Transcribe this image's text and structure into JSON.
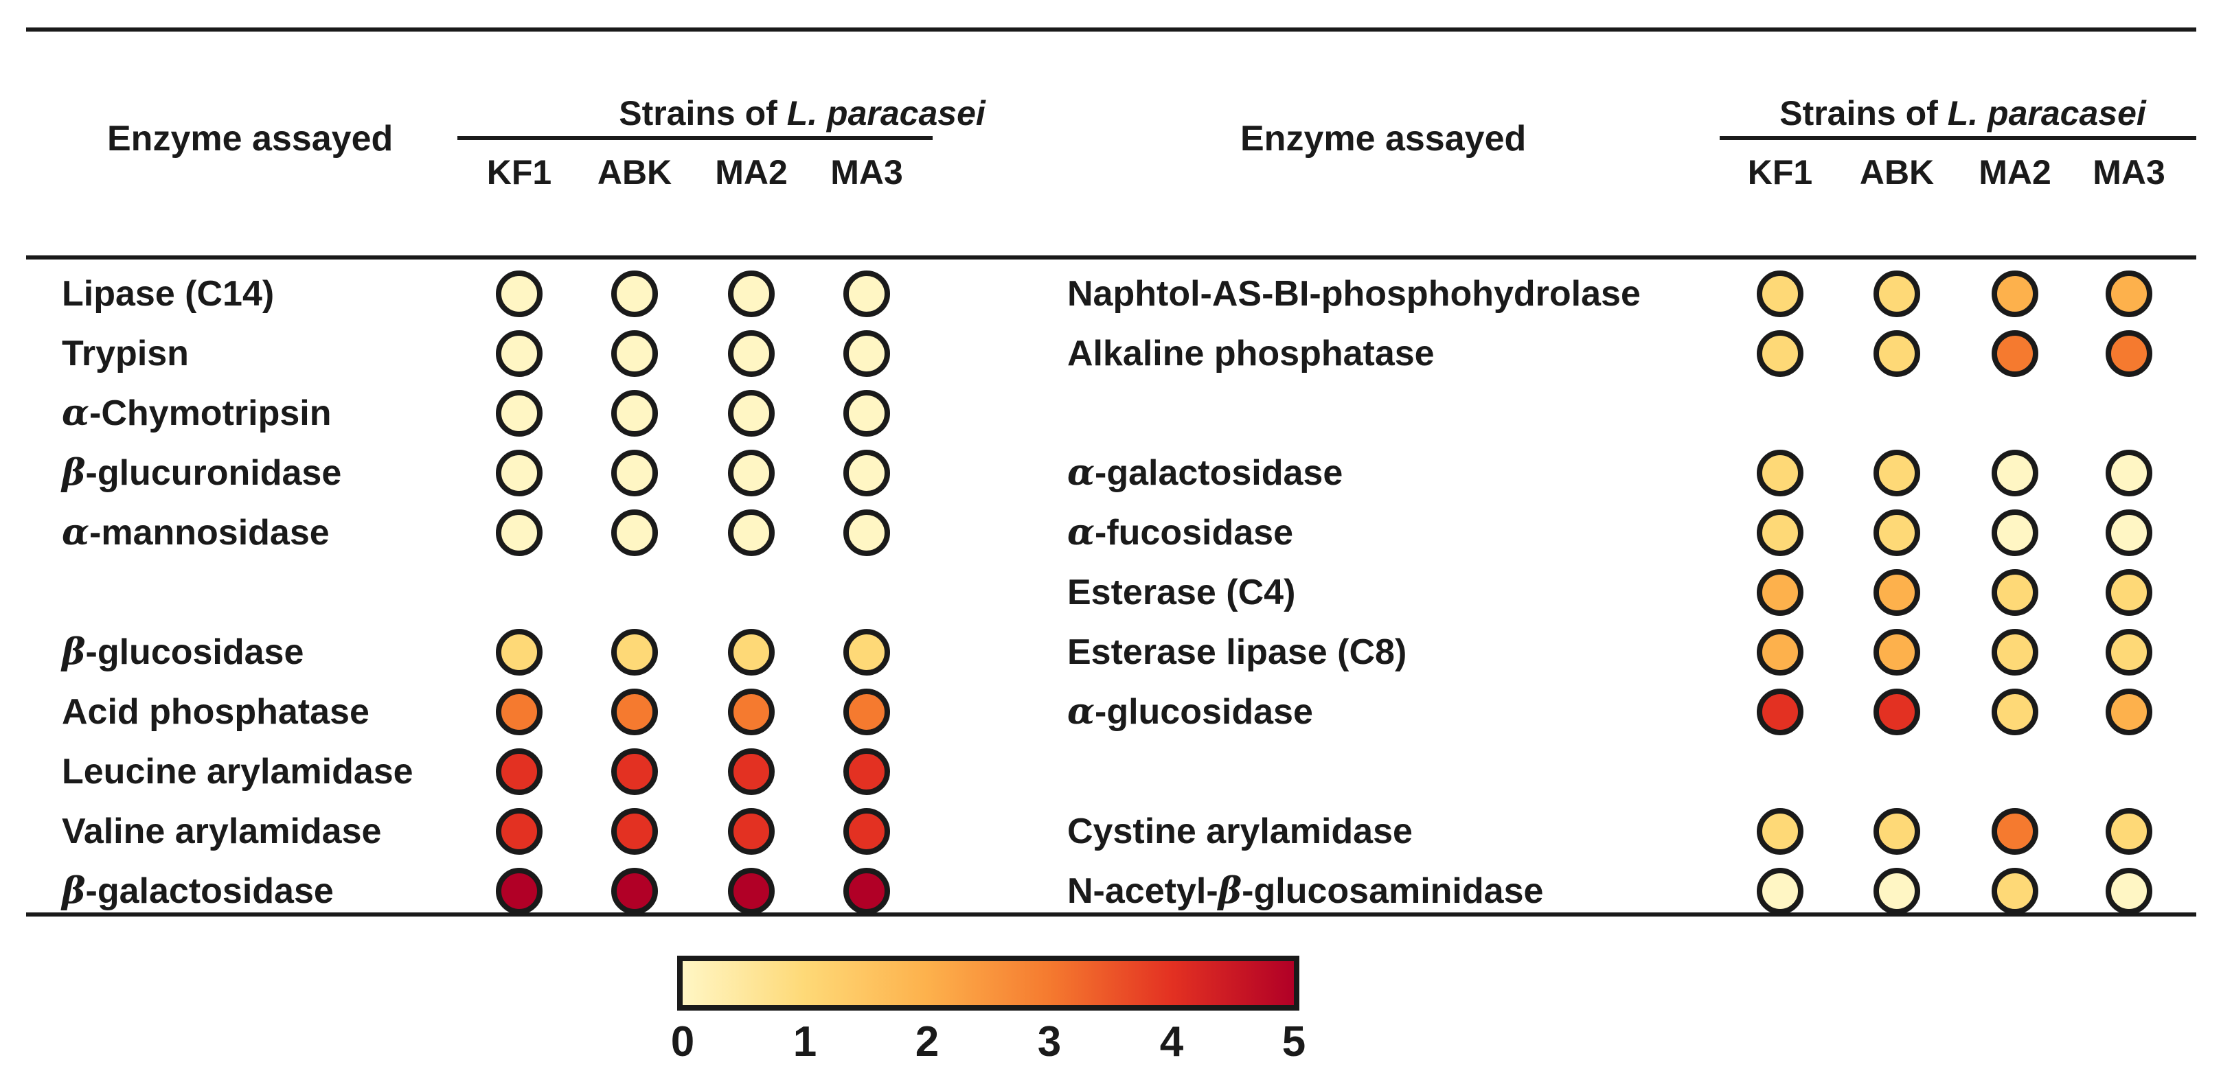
{
  "chart_data": {
    "type": "heatmap",
    "title": "",
    "colorbar": {
      "min": 0,
      "max": 5,
      "ticks": [
        "0",
        "1",
        "2",
        "3",
        "4",
        "5"
      ],
      "colors": [
        "#fff6c4",
        "#fed977",
        "#fdb14c",
        "#f57a2f",
        "#e33122",
        "#b10026"
      ]
    },
    "panels": [
      {
        "header": "Enzyme assayed",
        "strains_title_prefix": "Strains of ",
        "strains_title_species": "L. paracasei",
        "columns": [
          "KF1",
          "ABK",
          "MA2",
          "MA3"
        ],
        "rows": [
          {
            "greek": "",
            "label": "Lipase (C14)",
            "values": [
              0,
              0,
              0,
              0
            ]
          },
          {
            "greek": "",
            "label": "Trypisn",
            "values": [
              0,
              0,
              0,
              0
            ]
          },
          {
            "greek": "α",
            "label": "-Chymotripsin",
            "values": [
              0,
              0,
              0,
              0
            ]
          },
          {
            "greek": "β",
            "label": "-glucuronidase",
            "values": [
              0,
              0,
              0,
              0
            ]
          },
          {
            "greek": "α",
            "label": "-mannosidase",
            "values": [
              0,
              0,
              0,
              0
            ]
          },
          {
            "greek": "",
            "label": "",
            "values": []
          },
          {
            "greek": "β",
            "label": "-glucosidase",
            "values": [
              1,
              1,
              1,
              1
            ]
          },
          {
            "greek": "",
            "label": "Acid phosphatase",
            "values": [
              3,
              3,
              3,
              3
            ]
          },
          {
            "greek": "",
            "label": "Leucine arylamidase",
            "values": [
              4,
              4,
              4,
              4
            ]
          },
          {
            "greek": "",
            "label": "Valine arylamidase",
            "values": [
              4,
              4,
              4,
              4
            ]
          },
          {
            "greek": "β",
            "label": "-galactosidase",
            "values": [
              5,
              5,
              5,
              5
            ]
          }
        ]
      },
      {
        "header": "Enzyme assayed",
        "strains_title_prefix": "Strains of ",
        "strains_title_species": "L. paracasei",
        "columns": [
          "KF1",
          "ABK",
          "MA2",
          "MA3"
        ],
        "rows": [
          {
            "greek": "",
            "label": "Naphtol-AS-BI-phosphohydrolase",
            "values": [
              1,
              1,
              2,
              2
            ]
          },
          {
            "greek": "",
            "label": "Alkaline phosphatase",
            "values": [
              1,
              1,
              3,
              3
            ]
          },
          {
            "greek": "",
            "label": "",
            "values": []
          },
          {
            "greek": "α",
            "label": "-galactosidase",
            "values": [
              1,
              1,
              0,
              0
            ]
          },
          {
            "greek": "α",
            "label": "-fucosidase",
            "values": [
              1,
              1,
              0,
              0
            ]
          },
          {
            "greek": "",
            "label": "Esterase (C4)",
            "values": [
              2,
              2,
              1,
              1
            ]
          },
          {
            "greek": "",
            "label": "Esterase lipase (C8)",
            "values": [
              2,
              2,
              1,
              1
            ]
          },
          {
            "greek": "α",
            "label": "-glucosidase",
            "values": [
              4,
              4,
              1,
              2
            ]
          },
          {
            "greek": "",
            "label": "",
            "values": []
          },
          {
            "greek": "",
            "label": "Cystine arylamidase",
            "values": [
              1,
              1,
              3,
              1
            ]
          },
          {
            "greek": "",
            "label": "N-acetyl-",
            "greek_mid": "β",
            "label_tail": "-glucosaminidase",
            "values": [
              0,
              0,
              1,
              0
            ]
          }
        ]
      }
    ]
  }
}
